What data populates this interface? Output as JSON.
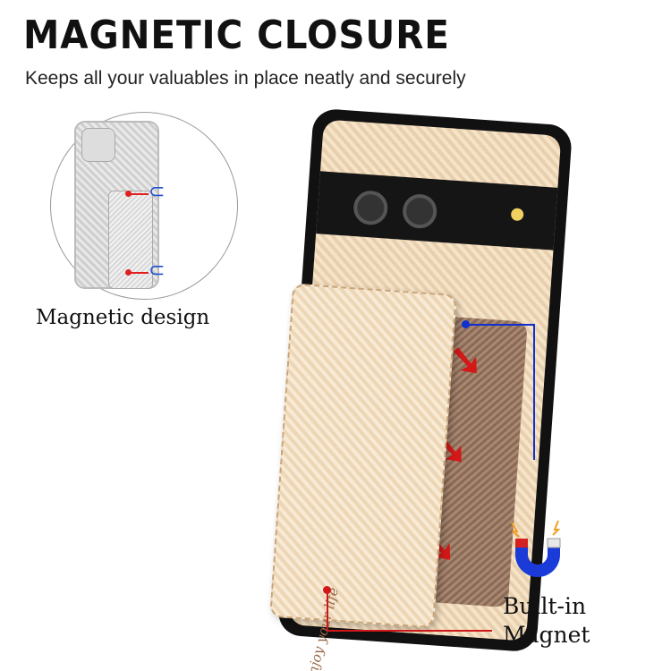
{
  "header": {
    "title": "MAGNETIC CLOSURE",
    "subtitle": "Keeps all your valuables in place neatly and securely"
  },
  "callouts": {
    "left_label": "Magnetic design",
    "right_label_line1": "Built-in",
    "right_label_line2": "Magnet"
  },
  "product": {
    "engraving": "enjoy your life"
  },
  "colors": {
    "accent_blue": "#1030d0",
    "accent_red": "#d01818",
    "case_color": "#f0dcc0"
  }
}
